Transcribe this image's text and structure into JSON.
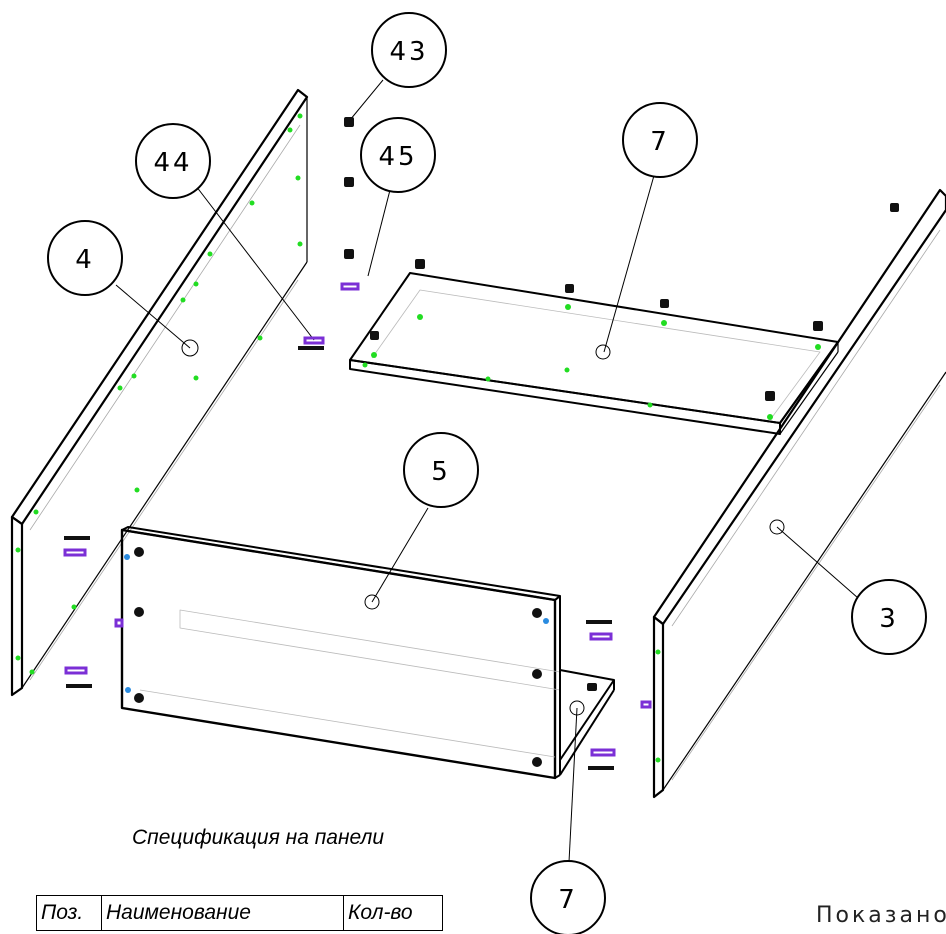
{
  "callouts": [
    {
      "id": "callout-43",
      "number": "43"
    },
    {
      "id": "callout-44",
      "number": "44"
    },
    {
      "id": "callout-45",
      "number": "45"
    },
    {
      "id": "callout-4",
      "number": "4"
    },
    {
      "id": "callout-7-top",
      "number": "7"
    },
    {
      "id": "callout-5",
      "number": "5"
    },
    {
      "id": "callout-3",
      "number": "3"
    },
    {
      "id": "callout-7-bottom",
      "number": "7"
    }
  ],
  "spec": {
    "title": "Спецификация на панели",
    "headers": {
      "pos": "Поз.",
      "name": "Наименование",
      "qty": "Кол-во"
    }
  },
  "note": "Показано",
  "colors": {
    "line": "#000000",
    "dowel_green": "#22dd22",
    "tie_purple": "#7b2fd6",
    "cam_blue": "#2a8be0",
    "hidden": "#999999"
  }
}
